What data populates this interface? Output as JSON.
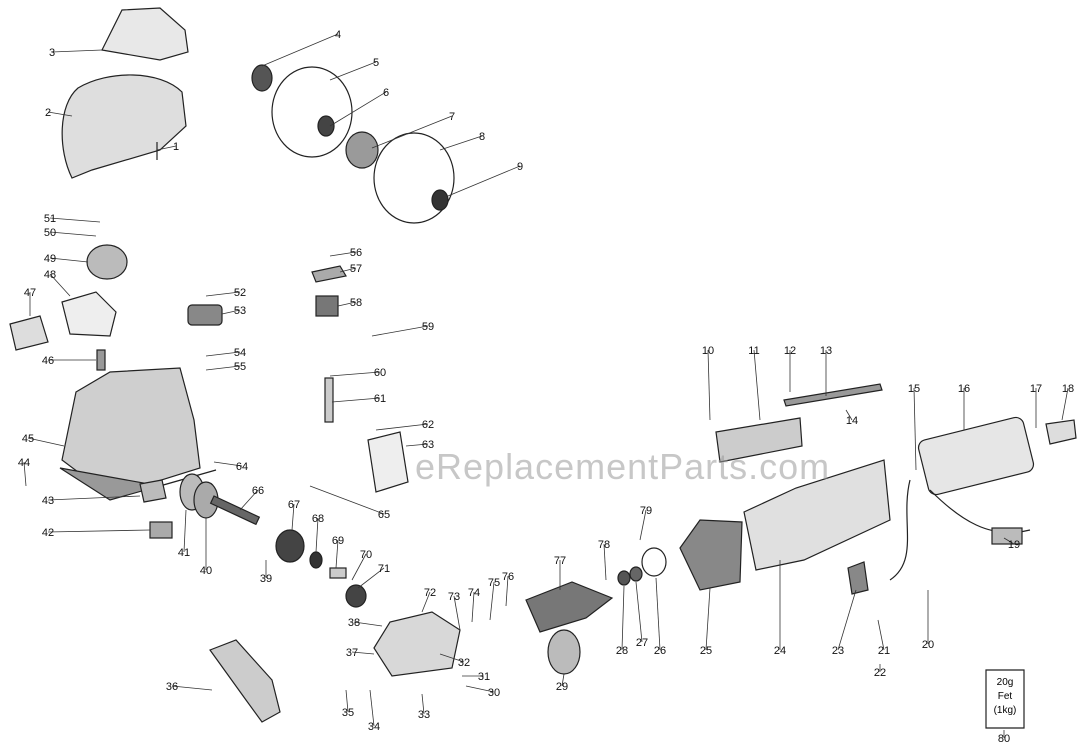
{
  "watermark": "eReplacementParts.com",
  "labels": [
    "1",
    "2",
    "3",
    "4",
    "5",
    "6",
    "7",
    "8",
    "9",
    "10",
    "11",
    "12",
    "13",
    "14",
    "15",
    "16",
    "17",
    "18",
    "19",
    "20",
    "21",
    "22",
    "23",
    "24",
    "25",
    "26",
    "27",
    "28",
    "29",
    "30",
    "31",
    "32",
    "33",
    "34",
    "35",
    "36",
    "37",
    "38",
    "39",
    "40",
    "41",
    "42",
    "43",
    "44",
    "45",
    "46",
    "47",
    "48",
    "49",
    "50",
    "51",
    "52",
    "53",
    "54",
    "55",
    "56",
    "57",
    "58",
    "59",
    "60",
    "61",
    "62",
    "63",
    "64",
    "65",
    "66",
    "67",
    "68",
    "69",
    "70",
    "71",
    "72",
    "73",
    "74",
    "75",
    "76",
    "77",
    "78",
    "79",
    "80"
  ],
  "can_label": {
    "line1": "20g",
    "line2": "Fet",
    "line3": "(1kg)"
  }
}
